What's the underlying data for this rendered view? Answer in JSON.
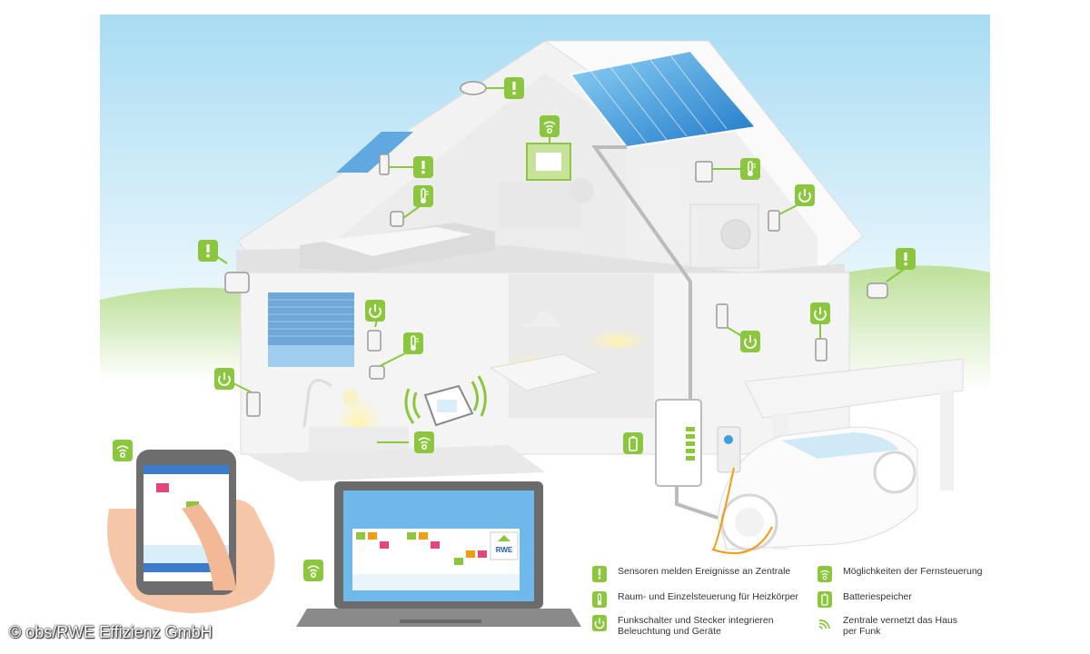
{
  "legend": {
    "items": [
      {
        "icon": "exclamation-icon",
        "lines": [
          "Sensoren melden Ereignisse an Zentrale"
        ]
      },
      {
        "icon": "thermometer-icon",
        "lines": [
          "Raum- und Einzelsteuerung für Heizkörper"
        ]
      },
      {
        "icon": "power-icon",
        "lines": [
          "Funkschalter und Stecker integrieren",
          "Beleuchtung und Geräte"
        ]
      },
      {
        "icon": "remote-control-icon",
        "lines": [
          "Möglichkeiten der Fernsteuerung"
        ]
      },
      {
        "icon": "battery-icon",
        "lines": [
          "Batteriespeicher"
        ]
      },
      {
        "icon": "wireless-signal-icon",
        "lines": [
          "Zentrale vernetzt das Haus",
          "per Funk"
        ]
      }
    ]
  },
  "brand": {
    "logo_text": "RWE"
  },
  "credit": "© obs/RWE Effizienz GmbH",
  "colors": {
    "accent": "#8cc63f",
    "sky": "#bfe6f7",
    "roof_solar": "#2f8fd6",
    "grass": "#c7e6a6"
  }
}
